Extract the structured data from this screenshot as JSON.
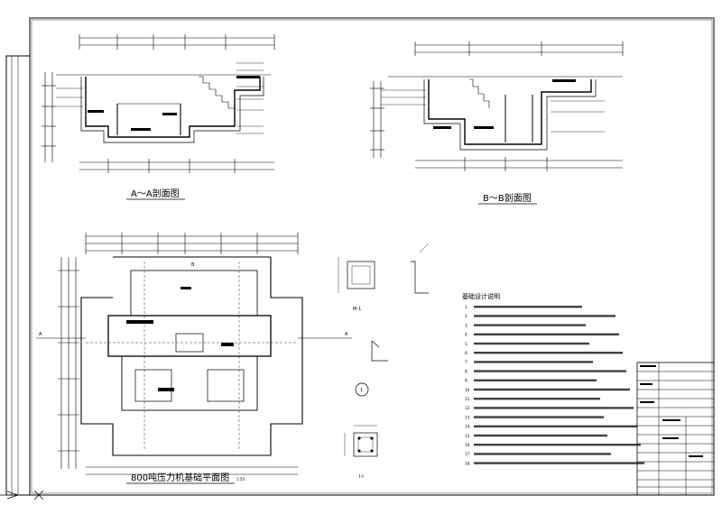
{
  "drawing": {
    "section_a_title": "A～A剖面图",
    "section_b_title": "B～B剖面图",
    "plan_title": "800吨压力机基础平面图",
    "plan_scale": "1:50",
    "section_a_label": "A",
    "section_b_label": "B",
    "detail_m1_title": "M-1",
    "detail_i_title": "I-I",
    "detail_circle_label": "1",
    "notes_title": "基础设计说明",
    "notes": [
      "1.",
      "2.",
      "3.",
      "4.",
      "5.",
      "6.",
      "7.",
      "8.",
      "9.",
      "10.",
      "11.",
      "12.",
      "13.",
      "14.",
      "15.",
      "16.",
      "17.",
      "18."
    ]
  }
}
